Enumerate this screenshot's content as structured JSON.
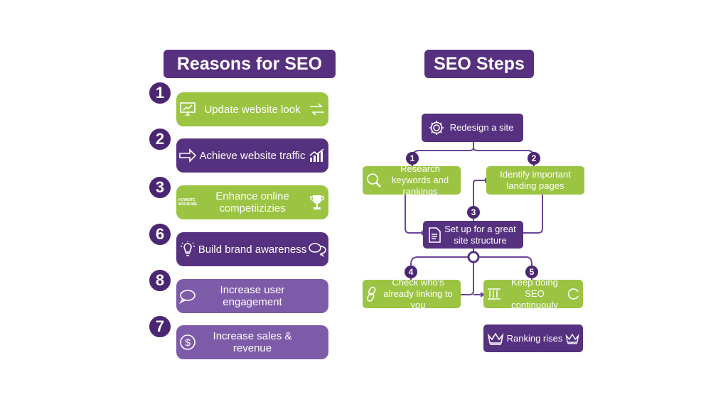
{
  "colors": {
    "purple": "#55317f",
    "green": "#9cc443",
    "light_purple": "#7e5ba8"
  },
  "left": {
    "title": "Reasons for SEO",
    "items": [
      {
        "num": "1",
        "label": "Update website look",
        "left_icon": "monitor-chart-icon",
        "right_icon": "swap-arrows-icon",
        "style": "green"
      },
      {
        "num": "2",
        "label": "Achieve website traffic",
        "left_icon": "arrow-right-icon",
        "right_icon": "bar-chart-icon",
        "style": "dark"
      },
      {
        "num": "3",
        "label": "Enhance online competiizizies",
        "left_icon": "logo-text-icon",
        "right_icon": "trophy-icon",
        "style": "green",
        "icon_text": "KOWSITE MOURUME"
      },
      {
        "num": "6",
        "label": "Build brand awareness",
        "left_icon": "lightbulb-icon",
        "right_icon": "chat-bubbles-icon",
        "style": "dark"
      },
      {
        "num": "8",
        "label": "Increase user engagement",
        "left_icon": "speech-bubble-icon",
        "right_icon": "",
        "style": "light"
      },
      {
        "num": "7",
        "label": "Increase sales & revenue",
        "left_icon": "dollar-coin-icon",
        "right_icon": "",
        "style": "light"
      }
    ]
  },
  "right": {
    "title": "SEO Steps",
    "redesign": "Redesign a site",
    "research": "Research keywords and rankings",
    "identify": "Identify important landing pages",
    "setup": "Set up for a great site structure",
    "check": "Check who's already linking to you",
    "keep": "Keep doing SEO continuouly",
    "ranking": "Ranking rises",
    "steps": [
      "1",
      "2",
      "3",
      "4",
      "5"
    ]
  }
}
